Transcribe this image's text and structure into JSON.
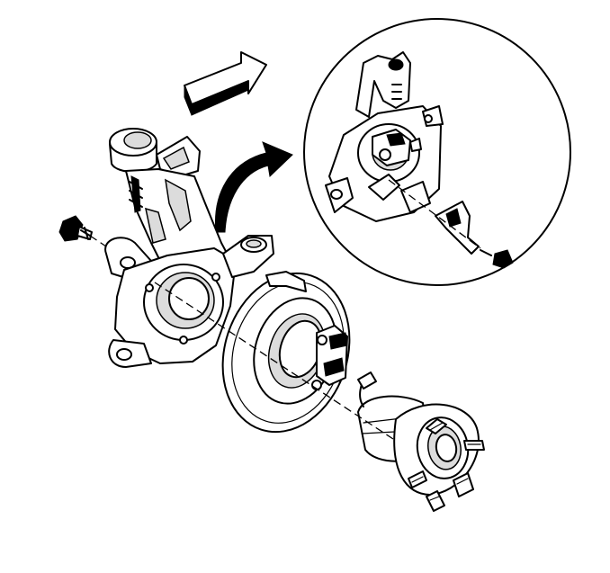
{
  "diagram": {
    "components": [
      {
        "id": "steering-knuckle",
        "icon": "knuckle-drawing"
      },
      {
        "id": "mounting-bolt",
        "icon": "bolt-drawing"
      },
      {
        "id": "backing-plate",
        "icon": "shield-drawing"
      },
      {
        "id": "hub-bearing",
        "icon": "hub-drawing"
      },
      {
        "id": "detail-inset",
        "icon": "magnified-detail"
      },
      {
        "id": "direction-arrow",
        "icon": "outline-arrow"
      },
      {
        "id": "callout-arrow",
        "icon": "curved-arrow"
      }
    ],
    "colors": {
      "stroke": "#000000",
      "background": "#ffffff",
      "shade": "#dcdcdc"
    }
  }
}
